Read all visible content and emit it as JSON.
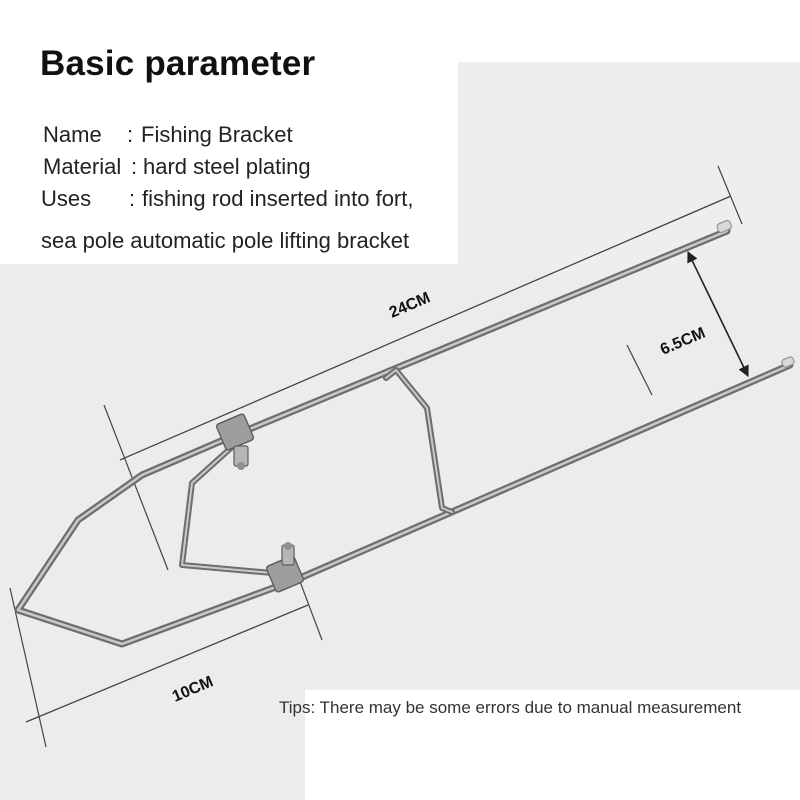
{
  "heading": "Basic parameter",
  "specs": [
    {
      "key": "Name",
      "sep": ":",
      "value": "Fishing Bracket"
    },
    {
      "key": "Material",
      "sep": ":",
      "value": "hard steel plating"
    },
    {
      "key": "Uses",
      "sep": ":",
      "value": "fishing rod inserted into fort,"
    },
    {
      "continuation": "sea pole automatic pole lifting bracket"
    }
  ],
  "dimensions": {
    "length": "24CM",
    "width": "10CM",
    "gap": "6.5CM"
  },
  "tips": "Tips: There may be some errors due to manual measurement",
  "colors": {
    "metal_dark": "#6e6e70",
    "metal_light": "#c9c9cb",
    "background_gray": "#ececed",
    "dimension_line": "#333333"
  }
}
